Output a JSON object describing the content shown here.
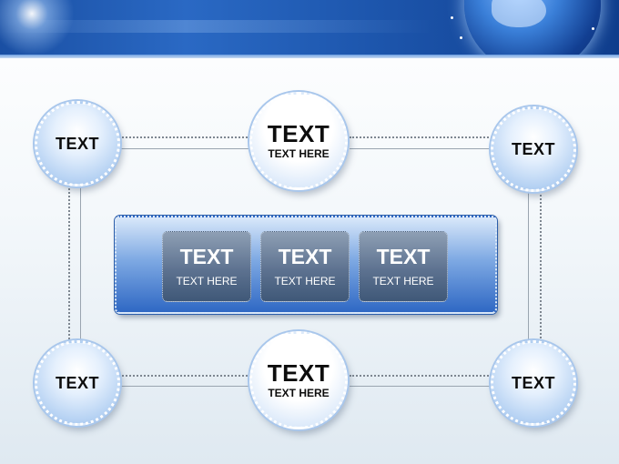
{
  "nodes": {
    "top_left": {
      "label": "TEXT"
    },
    "top_center": {
      "label": "TEXT",
      "sub": "TEXT HERE"
    },
    "top_right": {
      "label": "TEXT"
    },
    "bottom_left": {
      "label": "TEXT"
    },
    "bottom_center": {
      "label": "TEXT",
      "sub": "TEXT HERE"
    },
    "bottom_right": {
      "label": "TEXT"
    }
  },
  "panel": {
    "tiles": [
      {
        "label": "TEXT",
        "sub": "TEXT HERE"
      },
      {
        "label": "TEXT",
        "sub": "TEXT HERE"
      },
      {
        "label": "TEXT",
        "sub": "TEXT HERE"
      }
    ]
  },
  "colors": {
    "banner": "#1d56ad",
    "panel": "#2f68c4",
    "tile": "#5d7290",
    "circle": "#b6d2f3"
  }
}
